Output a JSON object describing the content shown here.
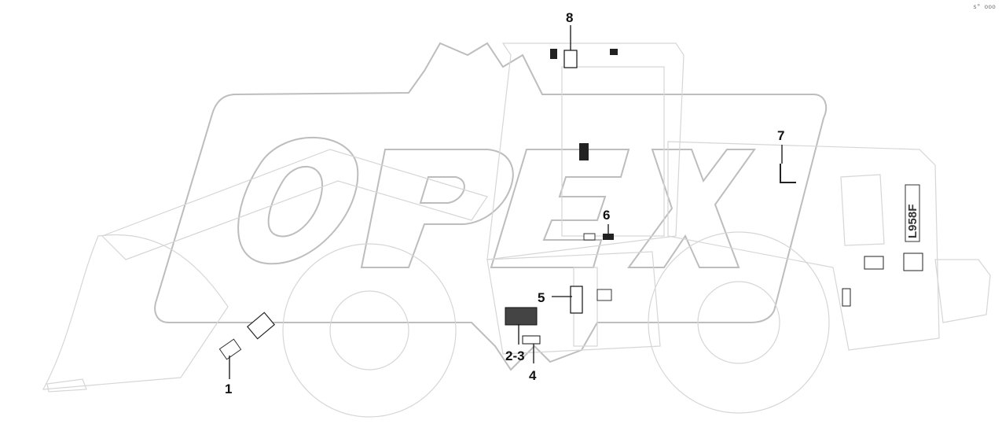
{
  "corner_mark": "s° ooo",
  "watermark": {
    "text": "OPEX"
  },
  "model_badge": "L958F",
  "callouts": [
    {
      "id": "1",
      "label": "1"
    },
    {
      "id": "2-3",
      "label": "2-3"
    },
    {
      "id": "4",
      "label": "4"
    },
    {
      "id": "5",
      "label": "5"
    },
    {
      "id": "6",
      "label": "6"
    },
    {
      "id": "7",
      "label": "7"
    },
    {
      "id": "8",
      "label": "8"
    }
  ]
}
